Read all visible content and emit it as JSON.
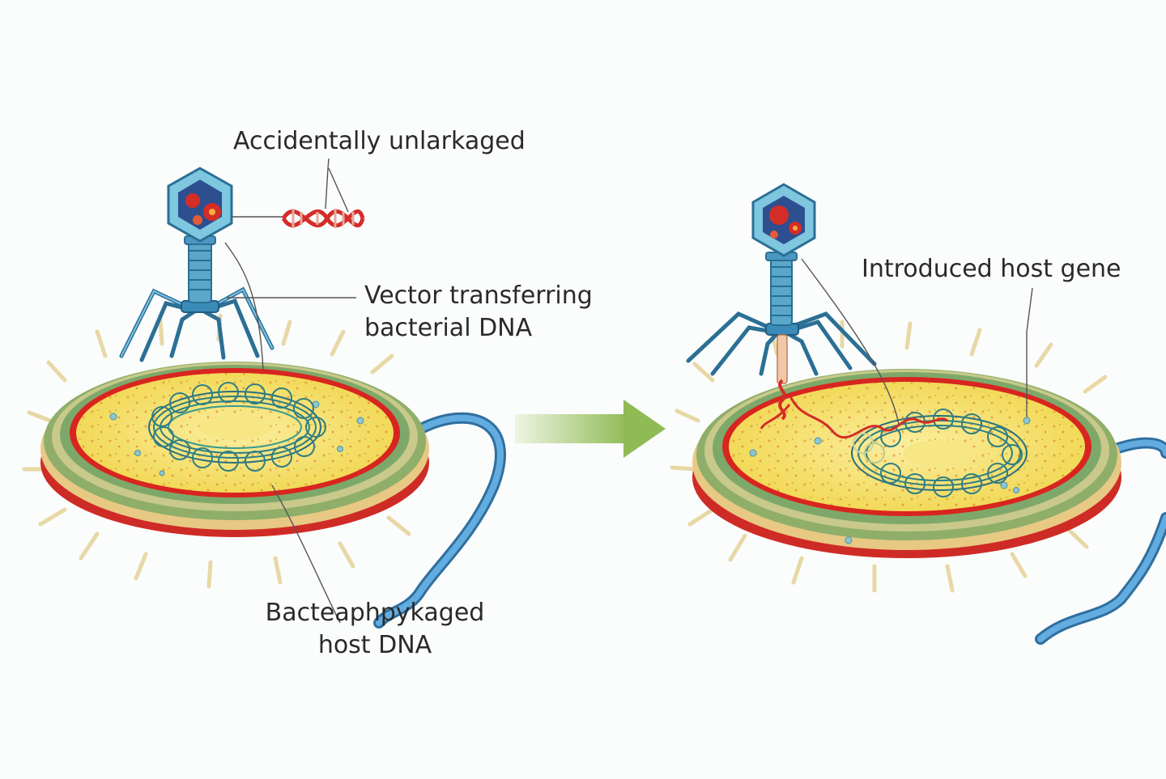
{
  "labels": {
    "accidentally": "Accidentally unlarkaged",
    "vector_line1": "Vector transferring",
    "vector_line2": "bacterial DNA",
    "bacteriophage_line1": "Bacteaphpykaged",
    "bacteriophage_line2": "host DNA",
    "introduced": "Introduced host gene"
  },
  "colors": {
    "background": "#fbfcfc",
    "cell_outer": "#d9302b",
    "cell_wall_green": "#8fae6a",
    "cytoplasm": "#f4e061",
    "membrane_red": "#d8251f",
    "nucleoid": "#2e7f83",
    "phage_blue": "#5aa7c9",
    "phage_dark": "#2b6f95",
    "flagellum": "#3f8fc4",
    "dna_red": "#d42d27",
    "arrow_green": "#9cc164",
    "pili": "#efe2b2"
  },
  "icons": [
    "bacteriophage-icon",
    "dna-helix-icon",
    "bacterium-icon",
    "flagellum-icon",
    "transition-arrow-icon"
  ]
}
